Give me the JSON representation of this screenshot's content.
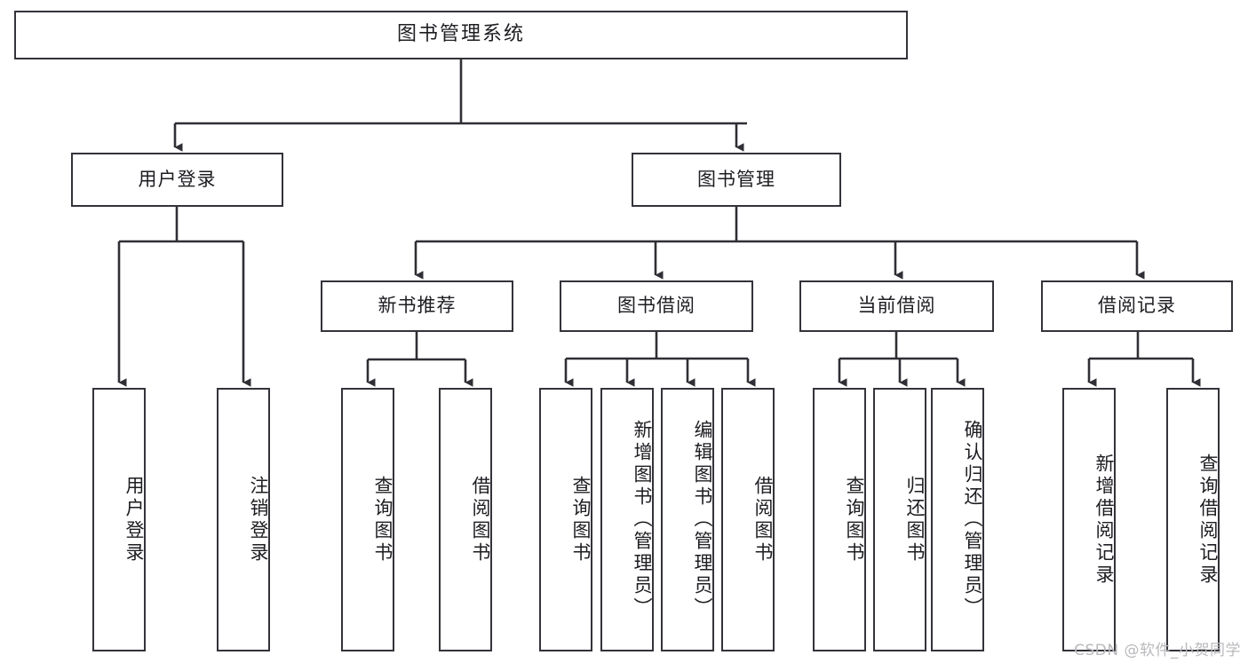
{
  "diagram": {
    "title": "图书管理系统",
    "type": "tree",
    "watermark": "CSDN @软件_小贺同学",
    "colors": {
      "border": "#33333a",
      "fill": "#ffffff",
      "text": "#1d1d22",
      "connector": "#2f2f35",
      "watermark": "#b9b9bd"
    },
    "root": {
      "label": "图书管理系统"
    },
    "level2": [
      {
        "label": "用户登录"
      },
      {
        "label": "图书管理"
      }
    ],
    "level3": [
      {
        "label": "新书推荐"
      },
      {
        "label": "图书借阅"
      },
      {
        "label": "当前借阅"
      },
      {
        "label": "借阅记录"
      }
    ],
    "leaves": {
      "user_login": [
        {
          "label": "用户登录"
        },
        {
          "label": "注销登录"
        }
      ],
      "new_book_recommend": [
        {
          "label": "查询图书"
        },
        {
          "label": "借阅图书"
        }
      ],
      "book_borrow": [
        {
          "label": "查询图书"
        },
        {
          "label": "新增图书（管理员）"
        },
        {
          "label": "编辑图书（管理员）"
        },
        {
          "label": "借阅图书"
        }
      ],
      "current_borrow": [
        {
          "label": "查询图书"
        },
        {
          "label": "归还图书"
        },
        {
          "label": "确认归还（管理员）"
        }
      ],
      "borrow_record": [
        {
          "label": "新增借阅记录"
        },
        {
          "label": "查询借阅记录"
        }
      ]
    }
  }
}
